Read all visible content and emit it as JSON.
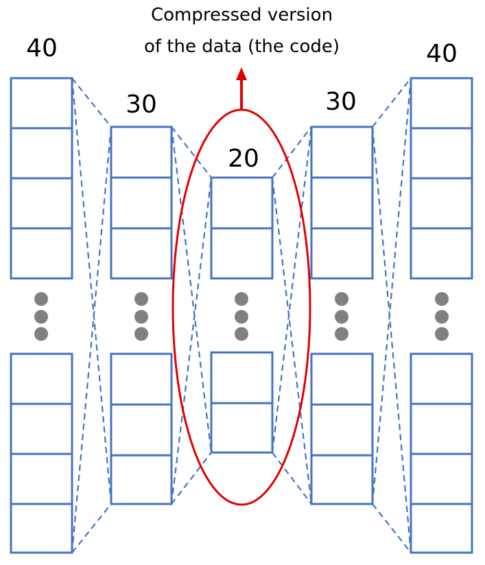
{
  "caption": {
    "line1": "Compressed version",
    "line2": "of the data (the code)"
  },
  "layers": [
    {
      "label": "40"
    },
    {
      "label": "30"
    },
    {
      "label": "20"
    },
    {
      "label": "30"
    },
    {
      "label": "40"
    }
  ],
  "colors": {
    "box_stroke": "#4472C4",
    "dots": "#808080",
    "highlight": "#E00000",
    "text": "#000000"
  }
}
